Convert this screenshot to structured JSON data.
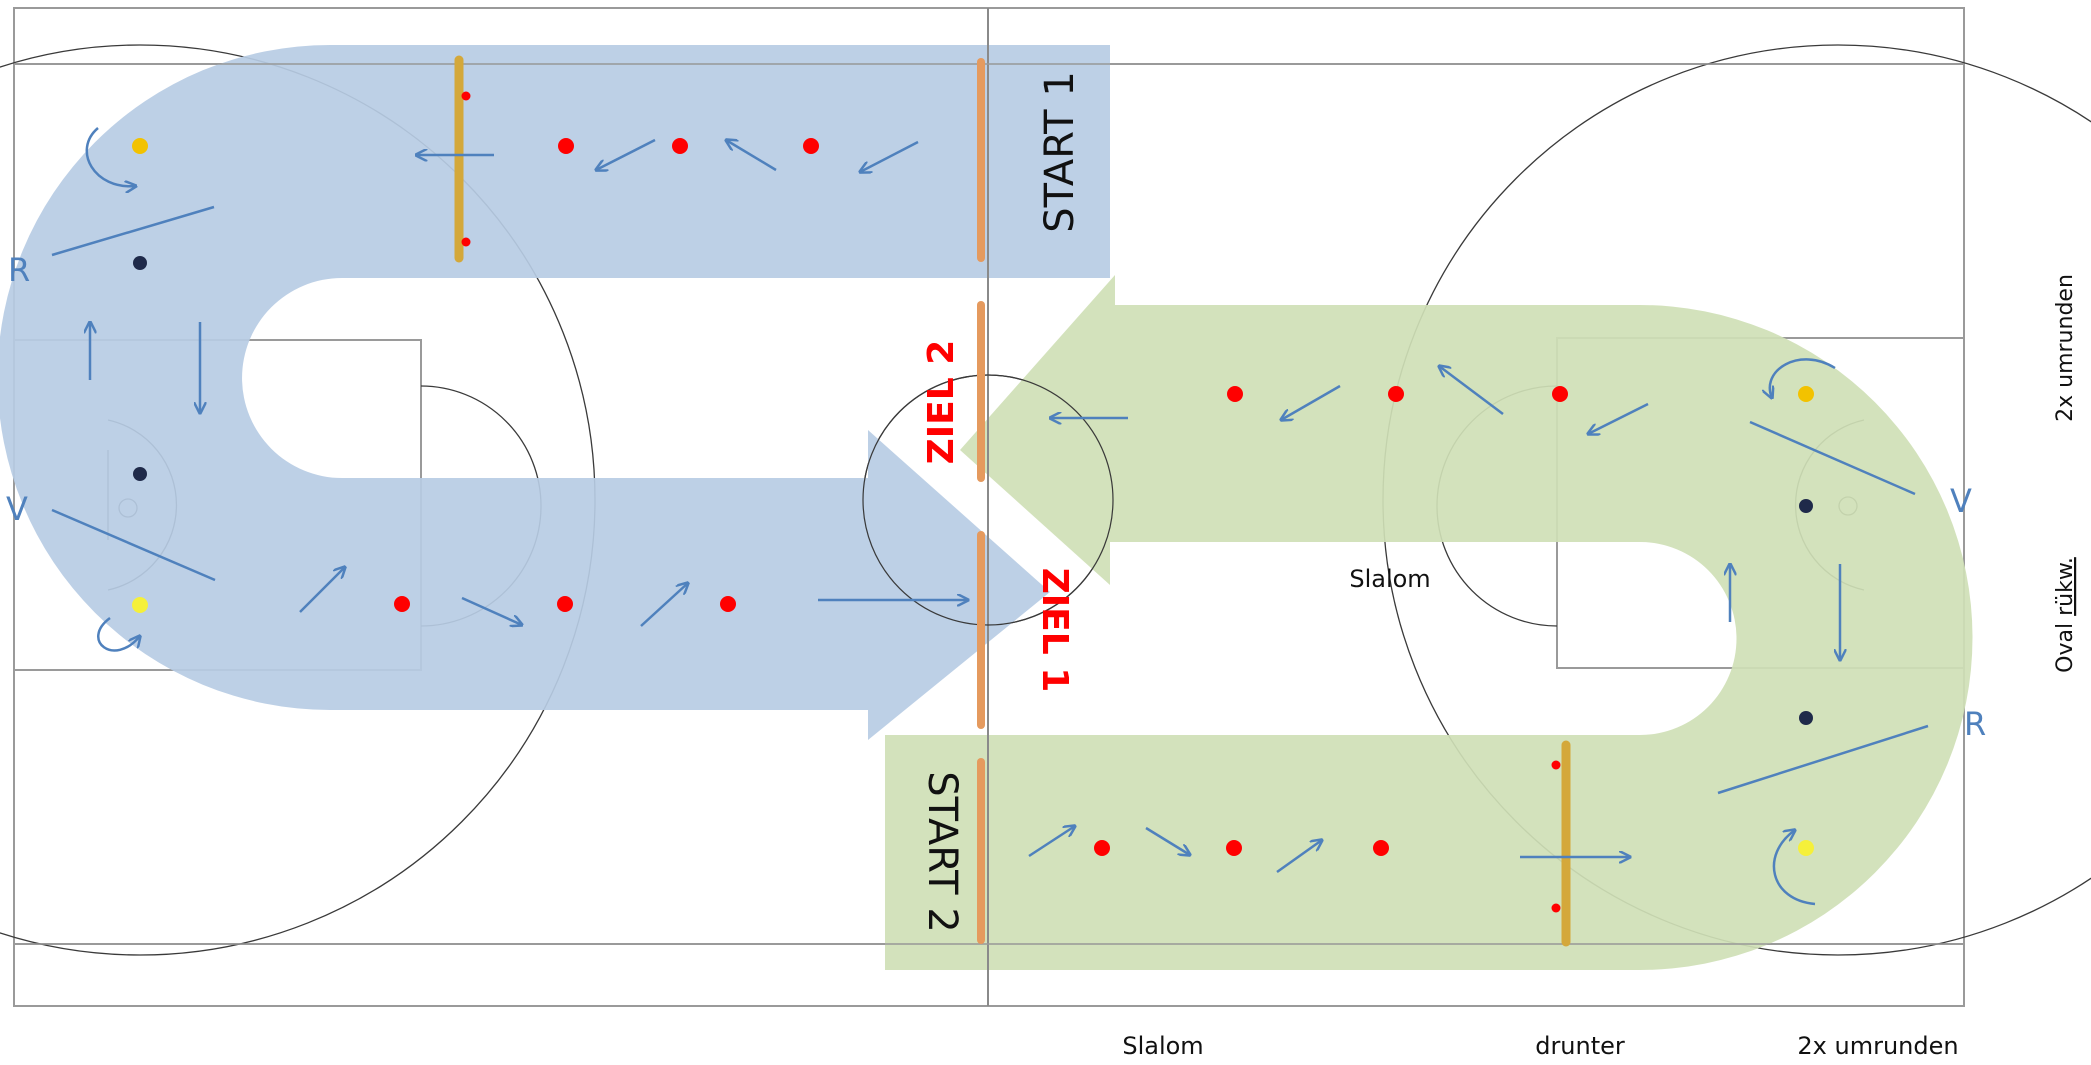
{
  "labels": {
    "start1": "START 1",
    "start2": "START 2",
    "ziel1": "ZIEL 1",
    "ziel2": "ZIEL 2",
    "slalom_mid": "Slalom",
    "r_left": "R",
    "v_left": "V",
    "r_right": "R",
    "v_right": "V",
    "side_top": "2x umrunden",
    "side_bottom_prefix": "Oval ",
    "side_bottom_word": "rükw.",
    "bottom_slalom": "Slalom",
    "bottom_drunter": "drunter",
    "bottom_umrunden": "2x umrunden"
  },
  "colors": {
    "blue_path": "#b7cce4",
    "green_path": "#cfe0b6",
    "arrow": "#4f81bd",
    "cone": "#ff0000",
    "marker_yellow": "#f2c200",
    "marker_navy": "#1f2a4a",
    "start_bar": "#e59a5e",
    "gate_bar": "#d4a83a",
    "court_line": "#9a9a9a",
    "ziel_text": "#ff0000"
  }
}
